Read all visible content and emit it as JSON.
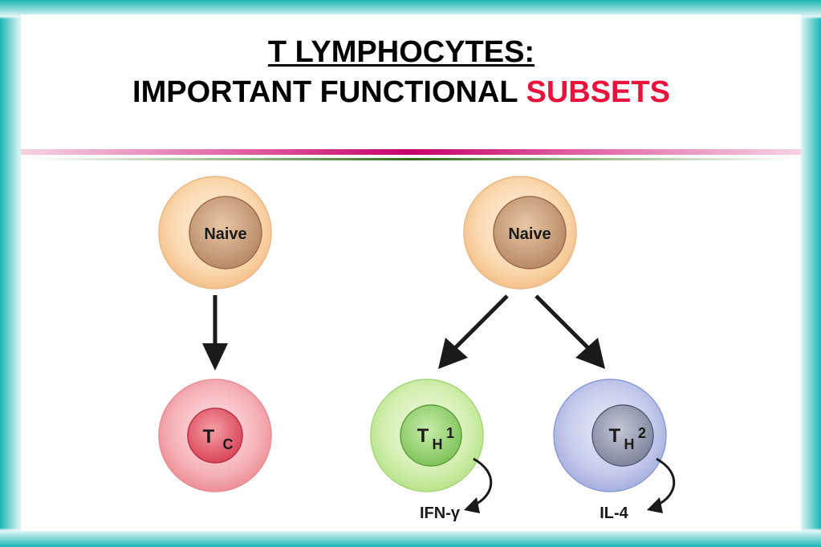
{
  "title": {
    "line1": "T LYMPHOCYTES:",
    "line2_prefix": "IMPORTANT FUNCTIONAL ",
    "line2_accent": "SUBSETS"
  },
  "cells": {
    "naive_left": "Naive",
    "naive_right": "Naive",
    "tc_main": "T",
    "tc_sub": "C",
    "th1_main": "T",
    "th1_sub": "H",
    "th1_num": "1",
    "th2_main": "T",
    "th2_sub": "H",
    "th2_num": "2"
  },
  "cytokines": {
    "th1": "IFN-γ",
    "th2": "IL-4"
  },
  "colors": {
    "accent": "#e8123c",
    "frame": "#1fb3b3"
  }
}
